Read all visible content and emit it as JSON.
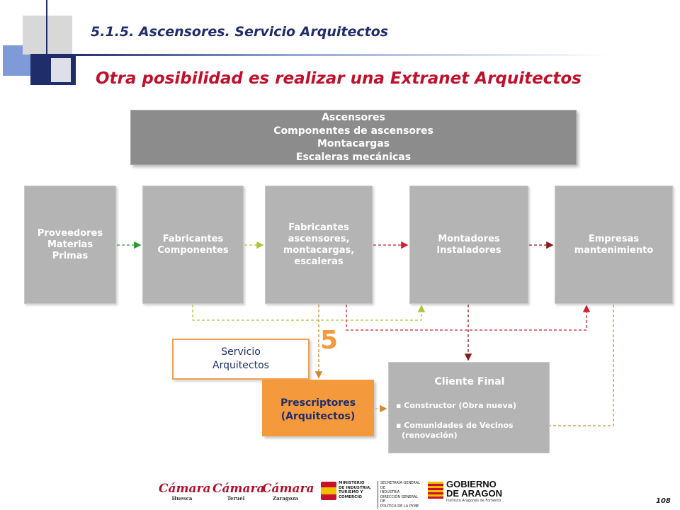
{
  "header": {
    "section_title": "5.1.5. Ascensores.  Servicio Arquitectos",
    "subtitle": "Otra posibilidad es realizar una Extranet Arquitectos"
  },
  "top_box": {
    "lines": [
      "Ascensores",
      "Componentes de ascensores",
      "Montacargas",
      "Escaleras mecánicas"
    ]
  },
  "chain": [
    {
      "lines": [
        "Proveedores",
        "Materias",
        "Primas"
      ]
    },
    {
      "lines": [
        "Fabricantes",
        "Componentes"
      ]
    },
    {
      "lines": [
        "Fabricantes",
        "ascensores,",
        "montacargas,",
        "escaleras"
      ]
    },
    {
      "lines": [
        "Montadores",
        "Instaladores"
      ]
    },
    {
      "lines": [
        "Empresas",
        "mantenimiento"
      ]
    }
  ],
  "step_number": "5",
  "servicio": {
    "lines": [
      "Servicio",
      "Arquitectos"
    ]
  },
  "prescriptores": {
    "lines": [
      "Prescriptores",
      "(Arquitectos)"
    ]
  },
  "cliente": {
    "title": "Cliente Final",
    "bullets": [
      "Constructor (Obra nueva)",
      "Comunidades de Vecinos",
      "(renovación)"
    ]
  },
  "logos": {
    "camara1": {
      "name": "Cámara",
      "city": "Huesca"
    },
    "camara2": {
      "name": "Cámara",
      "city": "Teruel"
    },
    "camara3": {
      "name": "Cámara",
      "city": "Zaragoza"
    },
    "ministerio": [
      "MINISTERIO",
      "DE INDUSTRIA,",
      "TURISMO Y",
      "COMERCIO"
    ],
    "secretaria": [
      "SECRETARÍA GENERAL DE",
      "INDUSTRIA",
      "DIRECCIÓN GENERAL DE",
      "POLÍTICA DE LA PYME"
    ],
    "gobierno": [
      "GOBIERNO",
      "DE ARAGON"
    ],
    "instituto": "Instituto Aragonés de Fomento"
  },
  "page_number": "108",
  "colors": {
    "navy": "#1f2d6b",
    "red_title": "#c0102b",
    "box_gray": "#b4b4b4",
    "top_gray": "#8c8c8c",
    "orange": "#f59a3c",
    "arrow_green": "#2e9a2e",
    "arrow_red": "#cc2233",
    "arrow_darkred": "#8b1a1a",
    "arrow_lime": "#a8c83c",
    "arrow_orange": "#d08a30"
  }
}
